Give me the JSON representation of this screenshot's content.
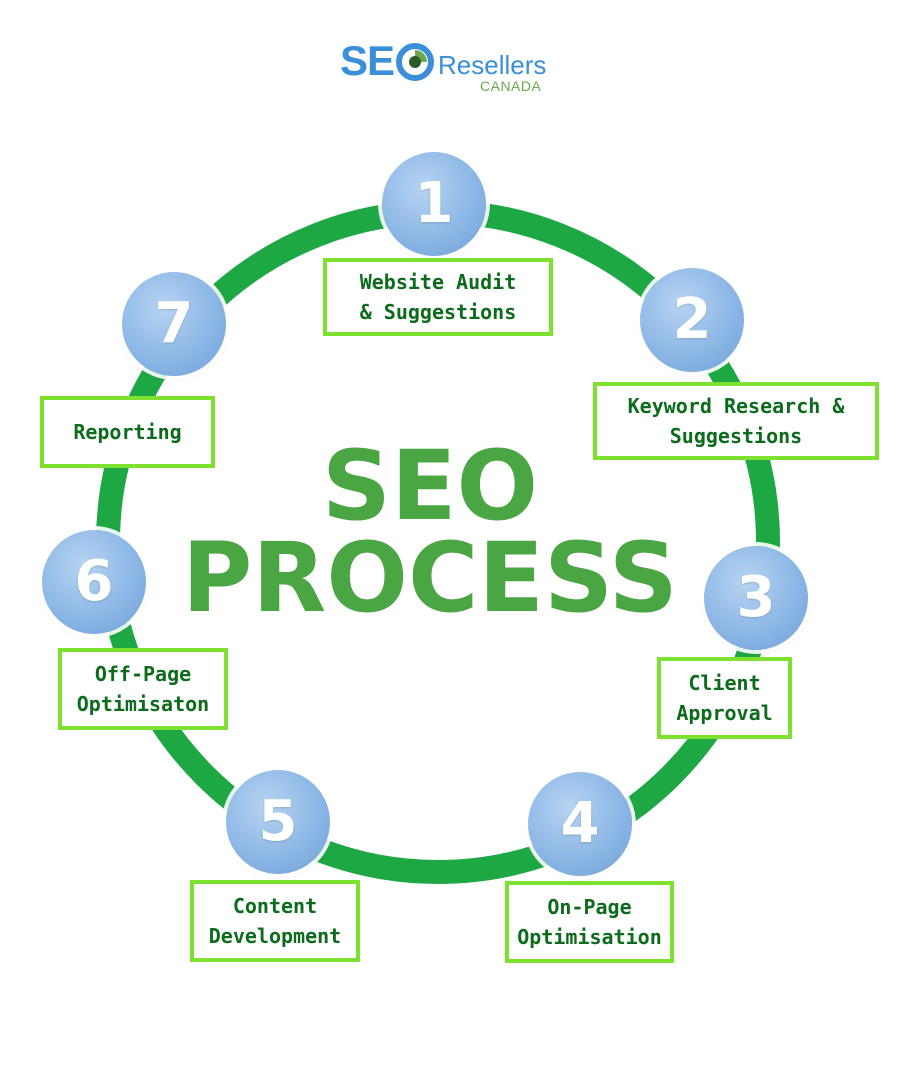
{
  "logo": {
    "seo": "SE",
    "name": "Resellers",
    "sub": "CANADA",
    "colors": {
      "blue": "#3a8fd8",
      "green": "#6aa84f"
    }
  },
  "title": {
    "line1": "SEO",
    "line2": "PROCESS"
  },
  "steps": [
    {
      "number": "1",
      "label_line1": "Website Audit",
      "label_line2": "& Suggestions"
    },
    {
      "number": "2",
      "label_line1": "Keyword Research &",
      "label_line2": "Suggestions"
    },
    {
      "number": "3",
      "label_line1": "Client",
      "label_line2": "Approval"
    },
    {
      "number": "4",
      "label_line1": "On-Page",
      "label_line2": "Optimisation"
    },
    {
      "number": "5",
      "label_line1": "Content",
      "label_line2": "Development"
    },
    {
      "number": "6",
      "label_line1": "Off-Page",
      "label_line2": "Optimisaton"
    },
    {
      "number": "7",
      "label_line1": "Reporting",
      "label_line2": ""
    }
  ],
  "colors": {
    "ring": "#1ea843",
    "label_border": "#7ee02f",
    "label_text": "#0d6b1c",
    "title": "#4aa543",
    "circle": "#8cb7e6"
  }
}
